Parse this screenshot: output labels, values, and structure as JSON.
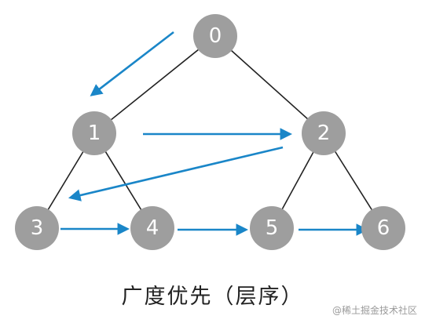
{
  "diagram": {
    "caption": "广度优先（层序）",
    "watermark": "@稀土掘金技术社区",
    "colors": {
      "node_fill": "#9e9e9e",
      "edge": "#222222",
      "arrow": "#1a86c8",
      "text": "#ffffff"
    },
    "nodes": [
      {
        "id": "n0",
        "label": "0"
      },
      {
        "id": "n1",
        "label": "1"
      },
      {
        "id": "n2",
        "label": "2"
      },
      {
        "id": "n3",
        "label": "3"
      },
      {
        "id": "n4",
        "label": "4"
      },
      {
        "id": "n5",
        "label": "5"
      },
      {
        "id": "n6",
        "label": "6"
      }
    ],
    "edges": [
      {
        "from": "n0",
        "to": "n1"
      },
      {
        "from": "n0",
        "to": "n2"
      },
      {
        "from": "n1",
        "to": "n3"
      },
      {
        "from": "n1",
        "to": "n4"
      },
      {
        "from": "n2",
        "to": "n5"
      },
      {
        "from": "n2",
        "to": "n6"
      }
    ],
    "traversal": [
      {
        "from": "n0",
        "to": "n1"
      },
      {
        "from": "n1",
        "to": "n2"
      },
      {
        "from": "n2",
        "to": "n3"
      },
      {
        "from": "n3",
        "to": "n4"
      },
      {
        "from": "n4",
        "to": "n5"
      },
      {
        "from": "n5",
        "to": "n6"
      }
    ]
  }
}
